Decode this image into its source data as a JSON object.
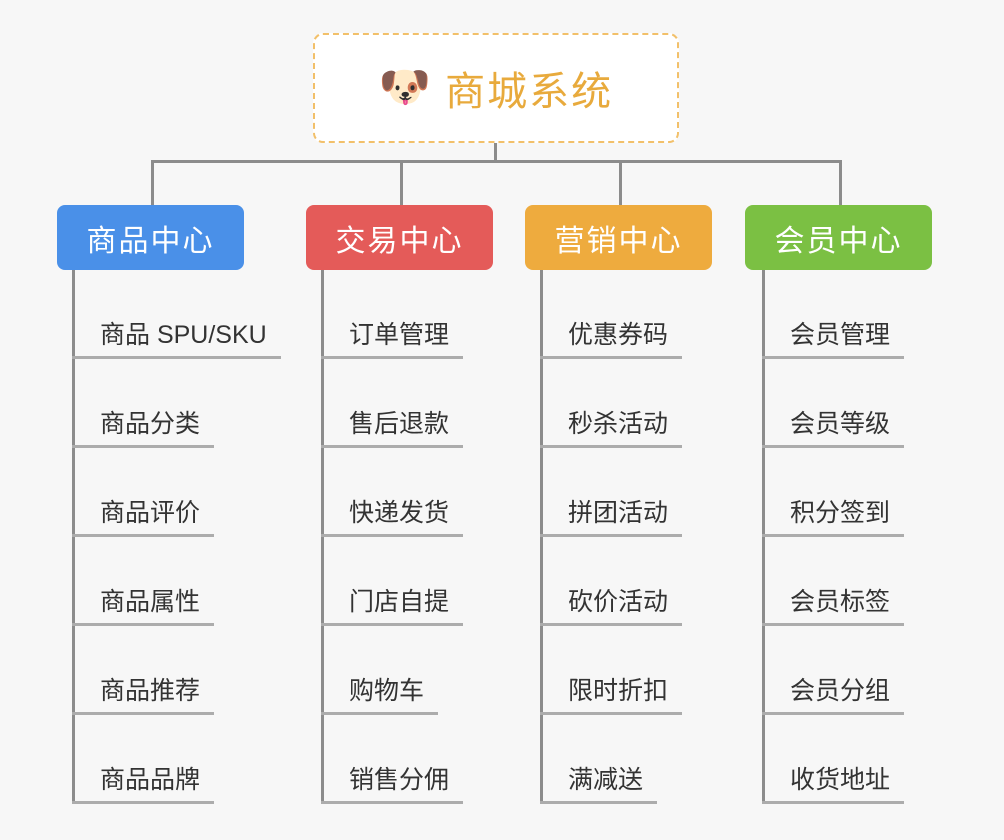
{
  "canvas": {
    "background_color": "#f7f7f7",
    "connector_color": "#8c8c8c",
    "leaf_underline_color": "#acacac",
    "leaf_text_color": "#333333"
  },
  "root": {
    "icon": "shiba-dog-face-icon",
    "icon_glyph": "🐶",
    "title": "商城系统",
    "title_color": "#e8aa3c",
    "border_color": "#f2c06a",
    "background_color": "#ffffff"
  },
  "columns": [
    {
      "id": "product-center",
      "title": "商品中心",
      "color": "#4a90e8",
      "items": [
        "商品 SPU/SKU",
        "商品分类",
        "商品评价",
        "商品属性",
        "商品推荐",
        "商品品牌"
      ]
    },
    {
      "id": "trade-center",
      "title": "交易中心",
      "color": "#e45b59",
      "items": [
        "订单管理",
        "售后退款",
        "快递发货",
        "门店自提",
        "购物车",
        "销售分佣"
      ]
    },
    {
      "id": "marketing-center",
      "title": "营销中心",
      "color": "#eeab3e",
      "items": [
        "优惠券码",
        "秒杀活动",
        "拼团活动",
        "砍价活动",
        "限时折扣",
        "满减送"
      ]
    },
    {
      "id": "member-center",
      "title": "会员中心",
      "color": "#7bc043",
      "items": [
        "会员管理",
        "会员等级",
        "积分签到",
        "会员标签",
        "会员分组",
        "收货地址"
      ]
    }
  ]
}
